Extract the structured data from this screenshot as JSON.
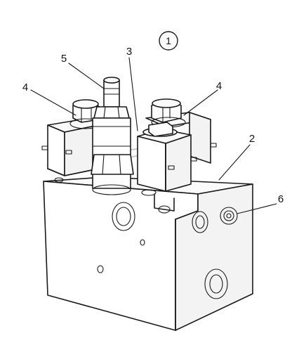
{
  "figure_number": "1",
  "callouts": [
    {
      "id": "callout-1",
      "label": "1"
    },
    {
      "id": "callout-2",
      "label": "2"
    },
    {
      "id": "callout-3",
      "label": "3"
    },
    {
      "id": "callout-4-left",
      "label": "4"
    },
    {
      "id": "callout-4-right",
      "label": "4"
    },
    {
      "id": "callout-5",
      "label": "5"
    },
    {
      "id": "callout-6",
      "label": "6"
    }
  ],
  "colors": {
    "line": "#1a1a1a",
    "watermark": "#c8c8c8",
    "background": "#ffffff"
  }
}
